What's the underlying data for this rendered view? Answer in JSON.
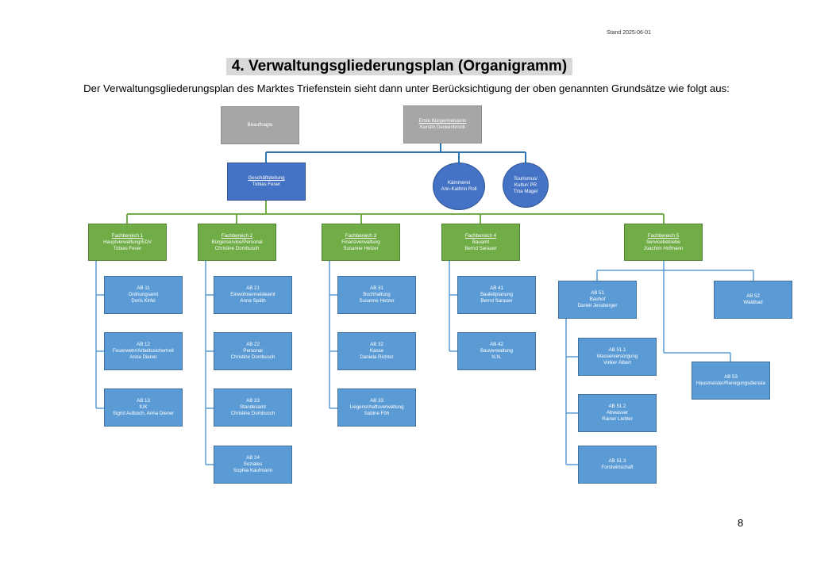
{
  "header": {
    "stand": "Stand 2025-06-01"
  },
  "title": "4. Verwaltungsgliederungsplan (Organigramm)",
  "subtitle": "Der Verwaltungsgliederungsplan des Marktes Triefenstein sieht dann unter Berücksichtigung der oben genannten Grundsätze wie folgt aus:",
  "page_number": "8",
  "colors": {
    "gray": "#a6a6a6",
    "dark_blue": "#4472c4",
    "green": "#70ad47",
    "light_blue": "#5b9bd5",
    "line_blue": "#2e75b6"
  },
  "top": {
    "beauftragte": "Beauftragte",
    "buergermeister": {
      "role": "Erste Bürgermeisterin",
      "name": "Kerstin Deckenbrock"
    }
  },
  "staff": {
    "geschaeftsleitung": {
      "role": "Geschäftsleitung",
      "name": "Tobias Feser"
    },
    "kaemmerei": {
      "role": "Kämmerei",
      "name": "Ann-Kathrin Roll"
    },
    "tourismus": {
      "role": "Tourismus/ Kultur/ PR",
      "name": "Tina Magel"
    }
  },
  "fb": [
    {
      "id": "Fachbereich 1",
      "sub": "Hauptverwaltung/EDV",
      "name": "Tobias Feser"
    },
    {
      "id": "Fachbereich 2",
      "sub": "Bürgerservice/Personal",
      "name": "Christine Dombusch"
    },
    {
      "id": "Fachbereich 3",
      "sub": "Finanzverwaltung",
      "name": "Susanne Hetzer"
    },
    {
      "id": "Fachbereich 4",
      "sub": "Bauamt",
      "name": "Bernd Sarauer"
    },
    {
      "id": "Fachbereich 5",
      "sub": "Servicebetriebe",
      "name": "Joachim Hofmann"
    }
  ],
  "ab": {
    "ab11": [
      "AB 11",
      "Ordnungsamt",
      "Doris Kirfel"
    ],
    "ab12": [
      "AB 12",
      "Feuerwehr/Arbeitssicherheit",
      "Anna Diener"
    ],
    "ab13": [
      "AB 13",
      "IUK",
      "Sigrid Aulbach, Anna Diener"
    ],
    "ab21": [
      "AB 21",
      "Einwohnermeldeamt",
      "Anna Späth"
    ],
    "ab22": [
      "AB 22",
      "Personal",
      "Christine Dombusch"
    ],
    "ab23": [
      "AB 23",
      "Standesamt",
      "Christine Dombusch"
    ],
    "ab24": [
      "AB 24",
      "Soziales",
      "Sophia Kaufmann"
    ],
    "ab31": [
      "AB 31",
      "Buchhaltung",
      "Susanne Hetzer"
    ],
    "ab32": [
      "AB 32",
      "Kasse",
      "Daniela Richter"
    ],
    "ab33": [
      "AB 33",
      "Liegenschaftsverwaltung",
      "Sabine Föh"
    ],
    "ab41": [
      "AB 41",
      "Bauleitplanung",
      "Bernd Sarauer"
    ],
    "ab42": [
      "AB 42",
      "Bauverwaltung",
      "N.N."
    ],
    "ab51": [
      "AB 51",
      "Bauhof",
      "Daniel Jessberger"
    ],
    "ab511": [
      "AB 51.1",
      "Wasserversorgung",
      "Volker Albert"
    ],
    "ab512": [
      "AB 51.2",
      "Abwasser",
      "Rainer Liebler"
    ],
    "ab513": [
      "AB 51.3",
      "Forstwirtschaft"
    ],
    "ab52": [
      "AB 52",
      "Waldbad"
    ],
    "ab53": [
      "AB 53",
      "Hausmeister/Reinigungsdienste"
    ]
  }
}
